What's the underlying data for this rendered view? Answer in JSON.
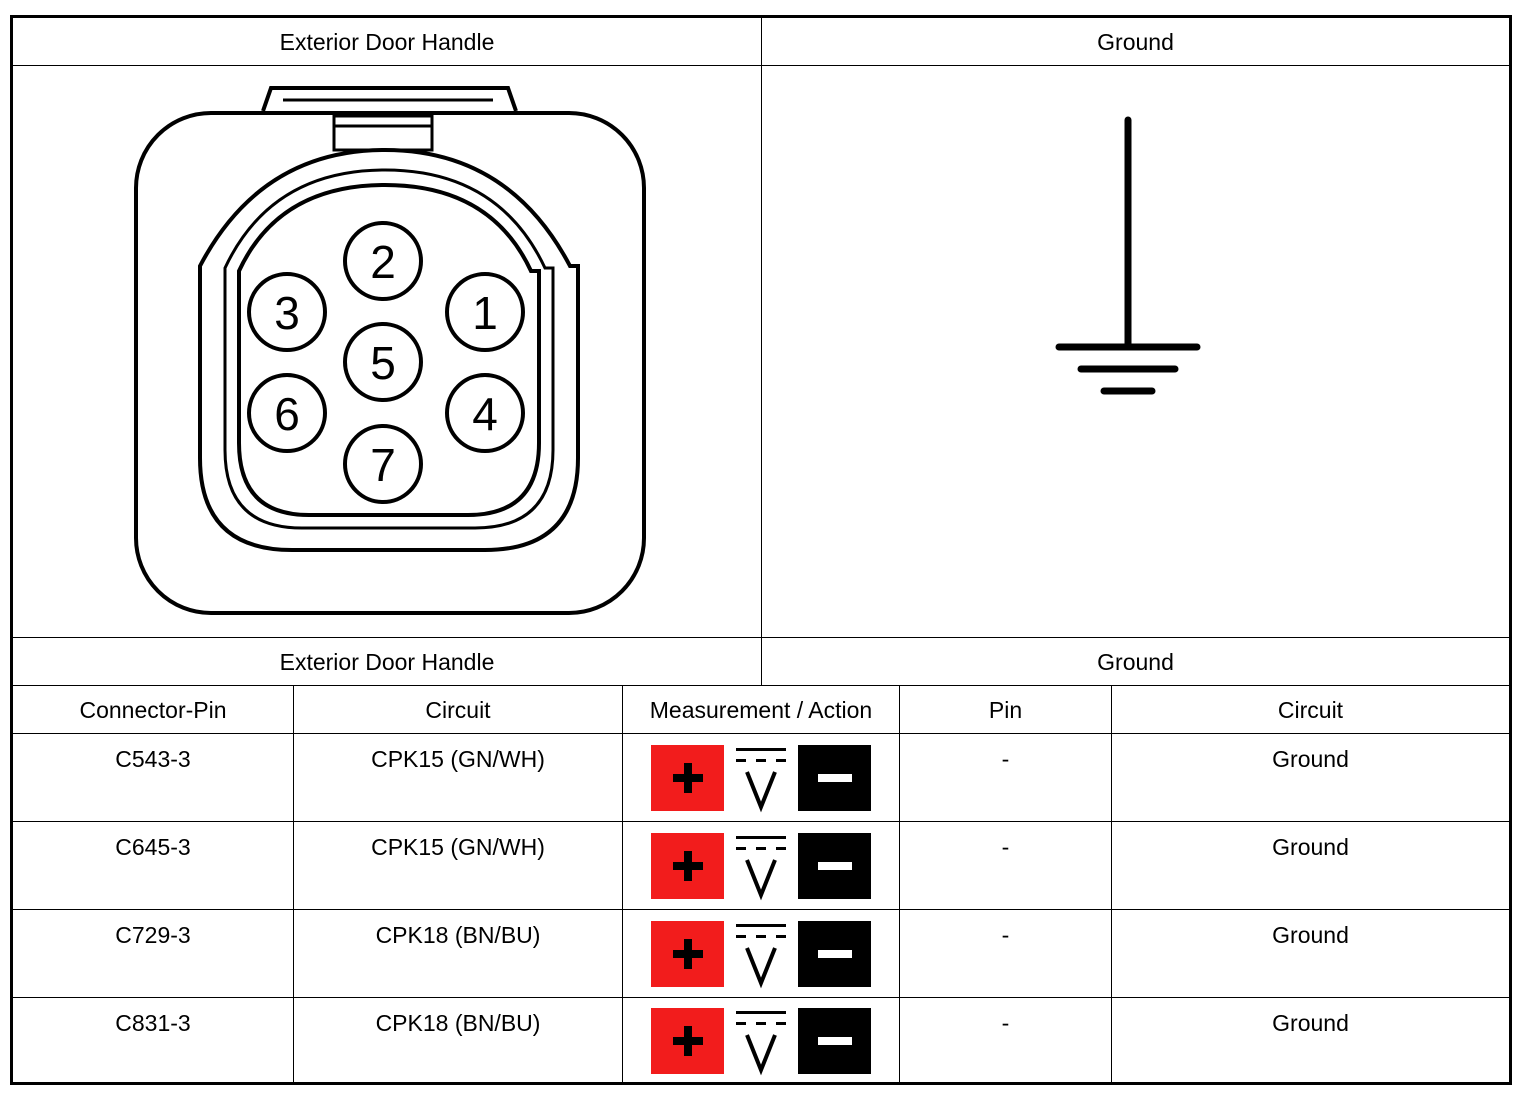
{
  "top_headers": {
    "left": "Exterior Door Handle",
    "right": "Ground"
  },
  "connector_pins": [
    "1",
    "2",
    "3",
    "4",
    "5",
    "6",
    "7"
  ],
  "mid_headers": {
    "left": "Exterior Door Handle",
    "right": "Ground"
  },
  "table": {
    "columns": [
      "Connector-Pin",
      "Circuit",
      "Measurement / Action",
      "Pin",
      "Circuit"
    ],
    "rows": [
      {
        "connector_pin": "C543-3",
        "circuit": "CPK15 (GN/WH)",
        "pin": "-",
        "ground_circuit": "Ground"
      },
      {
        "connector_pin": "C645-3",
        "circuit": "CPK15 (GN/WH)",
        "pin": "-",
        "ground_circuit": "Ground"
      },
      {
        "connector_pin": "C729-3",
        "circuit": "CPK18 (BN/BU)",
        "pin": "-",
        "ground_circuit": "Ground"
      },
      {
        "connector_pin": "C831-3",
        "circuit": "CPK18 (BN/BU)",
        "pin": "-",
        "ground_circuit": "Ground"
      }
    ]
  },
  "icons": {
    "positive_probe": "plus-icon",
    "dc_voltage": "dc-voltmeter-icon",
    "negative_probe": "minus-icon",
    "ground": "ground-symbol-icon"
  },
  "colors": {
    "positive": "#f21c1c",
    "negative": "#000000"
  }
}
